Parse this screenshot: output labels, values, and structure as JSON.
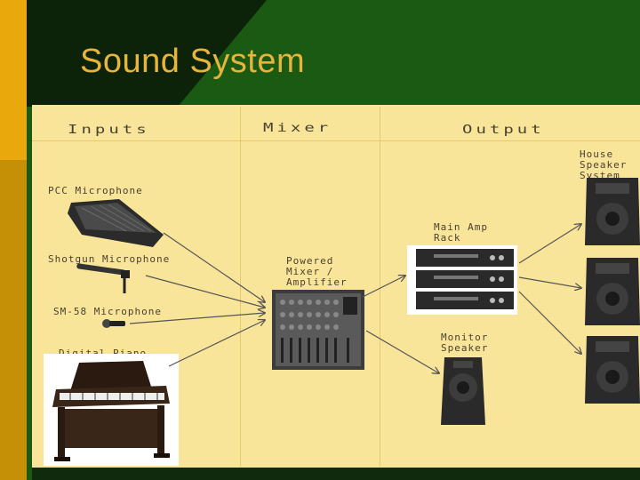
{
  "slide": {
    "title": "Sound System",
    "colors": {
      "accent_gold": "#e9a90c",
      "title_text": "#e7b43c",
      "panel": "#f8e59a",
      "bg_green": "#1a5a12"
    }
  },
  "diagram": {
    "columns": [
      "Inputs",
      "Mixer",
      "Output"
    ],
    "inputs": [
      "PCC Microphone",
      "Shotgun Microphone",
      "SM-58 Microphone",
      "Digital Piano"
    ],
    "mixer": {
      "label_lines": [
        "Powered",
        "Mixer /",
        "Amplifier"
      ]
    },
    "outputs": {
      "house": [
        "House",
        "Speaker",
        "System"
      ],
      "amp": [
        "Main Amp",
        "Rack"
      ],
      "monitor": [
        "Monitor",
        "Speaker"
      ]
    }
  }
}
